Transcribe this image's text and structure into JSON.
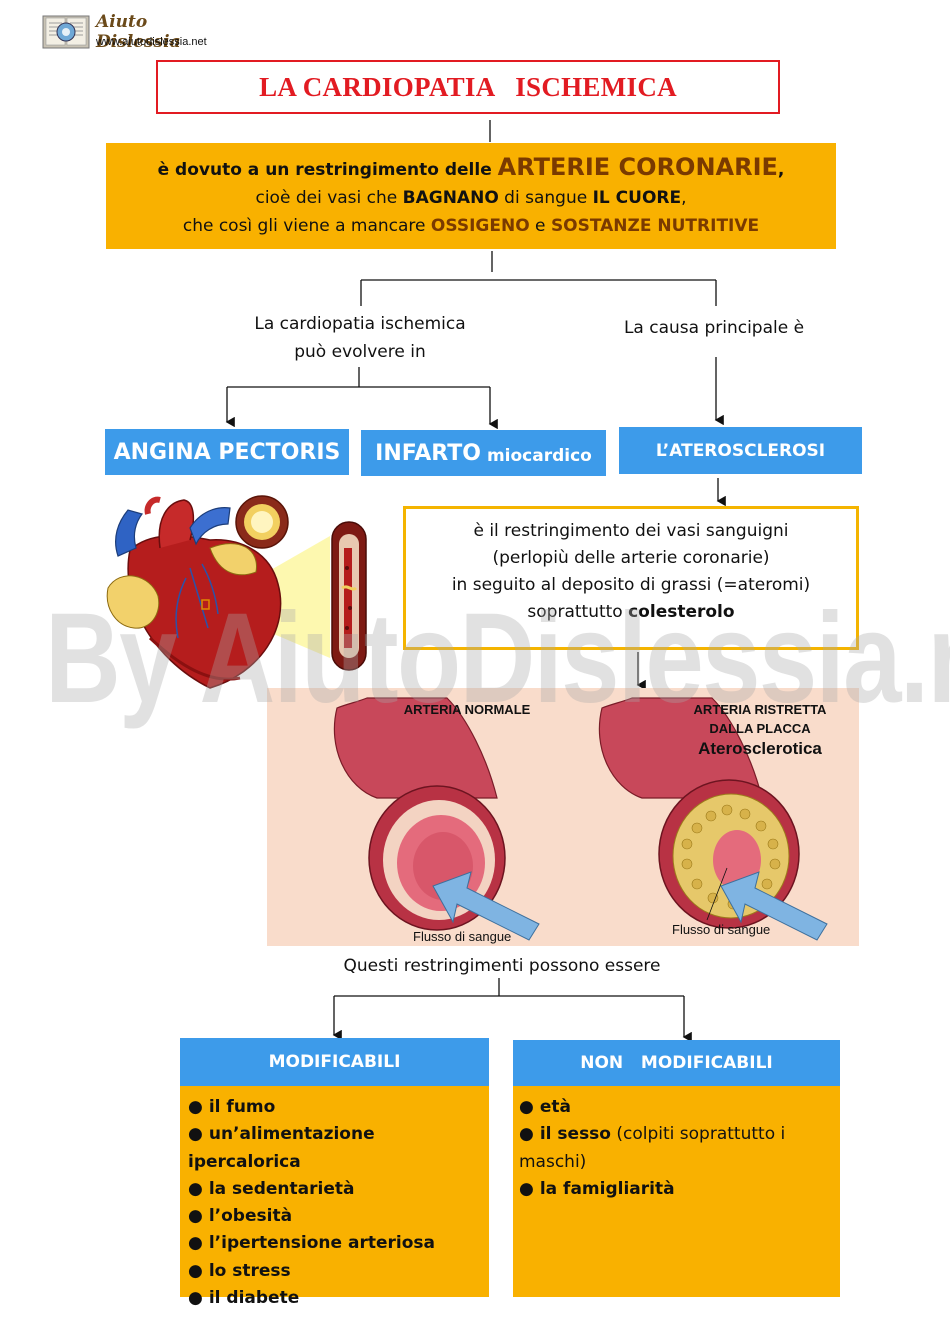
{
  "header": {
    "logo_text": "Aiuto Dislessia",
    "logo_url": "www.aiutodislessia.net"
  },
  "title": "LA CARDIOPATIA   ISCHEMICA",
  "definition": {
    "line1_prefix": "è  dovuto a un restringimento delle ",
    "line1_highlight": "ARTERIE CORONARIE",
    "line1_suffix": ",",
    "line2_a": "cioè dei vasi che ",
    "line2_b": "BAGNANO",
    "line2_c": " di sangue ",
    "line2_d": "IL CUORE",
    "line2_e": ",",
    "line3_a": "che così gli viene a mancare ",
    "line3_b": "OSSIGENO",
    "line3_c": " e ",
    "line3_d": "SOSTANZE NUTRITIVE"
  },
  "evolve_label": {
    "line1": "La cardiopatia ischemica",
    "line2": "può evolvere in"
  },
  "cause_label": "La causa principale è",
  "outcomes": {
    "angina": "ANGINA PECTORIS",
    "infarto_main": "INFARTO",
    "infarto_sub": "miocardico"
  },
  "cause_box": "L’ATEROSCLEROSI",
  "athero_definition": {
    "line1": "è il restringimento dei vasi sanguigni",
    "line2": "(perlopiù  delle arterie coronarie)",
    "line3": "in seguito al deposito di grassi  (=ateromi)",
    "line4_a": "soprattutto ",
    "line4_b": "colesterolo"
  },
  "illustration": {
    "normal_label": "ARTERIA NORMALE",
    "narrow_label_1": "ARTERIA RISTRETTA",
    "narrow_label_2": "DALLA PLACCA",
    "narrow_label_3": "Aterosclerotica",
    "flow_label_left": "Flusso di sangue",
    "flow_label_right": "Flusso di sangue"
  },
  "watermark": "By AiutoDislessia.net",
  "restrictions_label": "Questi restringimenti possono essere",
  "modifiable": {
    "heading": "MODIFICABILI",
    "items": [
      "il fumo",
      "un’alimentazione ipercalorica",
      "la sedentarietà",
      "l’obesità",
      "l’ipertensione arteriosa",
      "lo stress",
      "il diabete"
    ]
  },
  "non_modifiable": {
    "heading": "NON   MODIFICABILI",
    "item1": "età",
    "item2_bold": "il sesso",
    "item2_rest_1": " (colpiti soprattutto i",
    "item2_rest_2": "maschi)",
    "item3": "la famigliarità"
  },
  "colors": {
    "title_red": "#e21b22",
    "orange": "#f9b100",
    "blue": "#3d9bea",
    "brown_text": "#7a3a00",
    "yellow_outline": "#f4b400",
    "panel_pink": "#f9dccb"
  }
}
